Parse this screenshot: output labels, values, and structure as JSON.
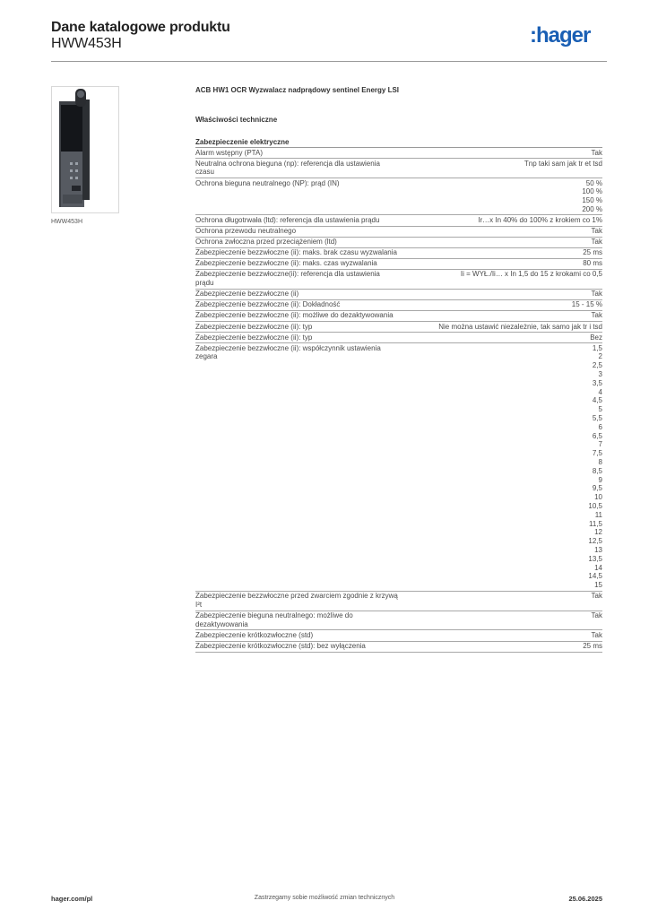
{
  "header": {
    "title": "Dane katalogowe produktu",
    "code": "HWW453H",
    "logo_text": ":hager",
    "brand_color": "#1a5fb4"
  },
  "photo": {
    "caption": "HWW453H"
  },
  "content": {
    "product_title": "ACB HW1 OCR Wyzwalacz nadprądowy sentinel Energy LSI",
    "section_title": "Właściwości techniczne",
    "group_title": "Zabezpieczenie elektryczne",
    "rows": [
      {
        "label": "Alarm wstępny (PTA)",
        "values": [
          "Tak"
        ]
      },
      {
        "label": "Neutralna ochrona bieguna (np): referencja dla ustawienia czasu",
        "values": [
          "Tnp taki sam jak tr et tsd"
        ]
      },
      {
        "label": "Ochrona bieguna neutralnego (NP): prąd (IN)",
        "values": [
          "50 %",
          "100 %",
          "150 %",
          "200 %"
        ]
      },
      {
        "label": "Ochrona długotrwała (ltd): referencja dla ustawienia prądu",
        "values": [
          "Ir…x In 40% do 100% z krokiem co 1%"
        ]
      },
      {
        "label": "Ochrona przewodu neutralnego",
        "values": [
          "Tak"
        ]
      },
      {
        "label": "Ochrona zwłoczna przed przeciążeniem (ltd)",
        "values": [
          "Tak"
        ]
      },
      {
        "label": "Zabezpieczenie bezzwłoczne (ii): maks. brak czasu wyzwalania",
        "values": [
          "25 ms"
        ]
      },
      {
        "label": "Zabezpieczenie bezzwłoczne (ii): maks. czas wyzwalania",
        "values": [
          "80 ms"
        ]
      },
      {
        "label": "Zabezpieczenie bezzwłoczne(ii): referencja dla ustawienia prądu",
        "values": [
          "Ii = WYŁ./Ii… x In 1,5 do 15 z krokami co 0,5"
        ]
      },
      {
        "label": "Zabezpieczenie bezzwłoczne (ii)",
        "values": [
          "Tak"
        ]
      },
      {
        "label": "Zabezpieczenie bezzwłoczne (ii): Dokładność",
        "values": [
          "15 - 15 %"
        ]
      },
      {
        "label": "Zabezpieczenie bezzwłoczne (ii): możliwe do dezaktywowania",
        "values": [
          "Tak"
        ]
      },
      {
        "label": "Zabezpieczenie bezzwłoczne (ii): typ",
        "values": [
          "Nie można ustawić niezależnie, tak samo jak tr i tsd"
        ]
      },
      {
        "label": "Zabezpieczenie bezzwłoczne (ii): typ",
        "values": [
          "Bez"
        ]
      },
      {
        "label": "Zabezpieczenie bezzwłoczne (ii): współczynnik ustawienia zegara",
        "values": [
          "1,5",
          "2",
          "2,5",
          "3",
          "3,5",
          "4",
          "4,5",
          "5",
          "5,5",
          "6",
          "6,5",
          "7",
          "7,5",
          "8",
          "8,5",
          "9",
          "9,5",
          "10",
          "10,5",
          "11",
          "11,5",
          "12",
          "12,5",
          "13",
          "13,5",
          "14",
          "14,5",
          "15"
        ]
      },
      {
        "label": "Zabezpieczenie bezzwłoczne przed zwarciem zgodnie z krzywą I²t",
        "values": [
          "Tak"
        ]
      },
      {
        "label": "Zabezpieczenie bieguna neutralnego: możliwe do dezaktywowania",
        "values": [
          "Tak"
        ]
      },
      {
        "label": "Zabezpieczenie krótkozwłoczne (std)",
        "values": [
          "Tak"
        ]
      },
      {
        "label": "Zabezpieczenie krótkozwłoczne (std): bez wyłączenia",
        "values": [
          "25 ms"
        ]
      }
    ]
  },
  "footer": {
    "website": "hager.com/pl",
    "notice": "Zastrzegamy sobie możliwość zmian technicznych",
    "date": "25.06.2025"
  }
}
